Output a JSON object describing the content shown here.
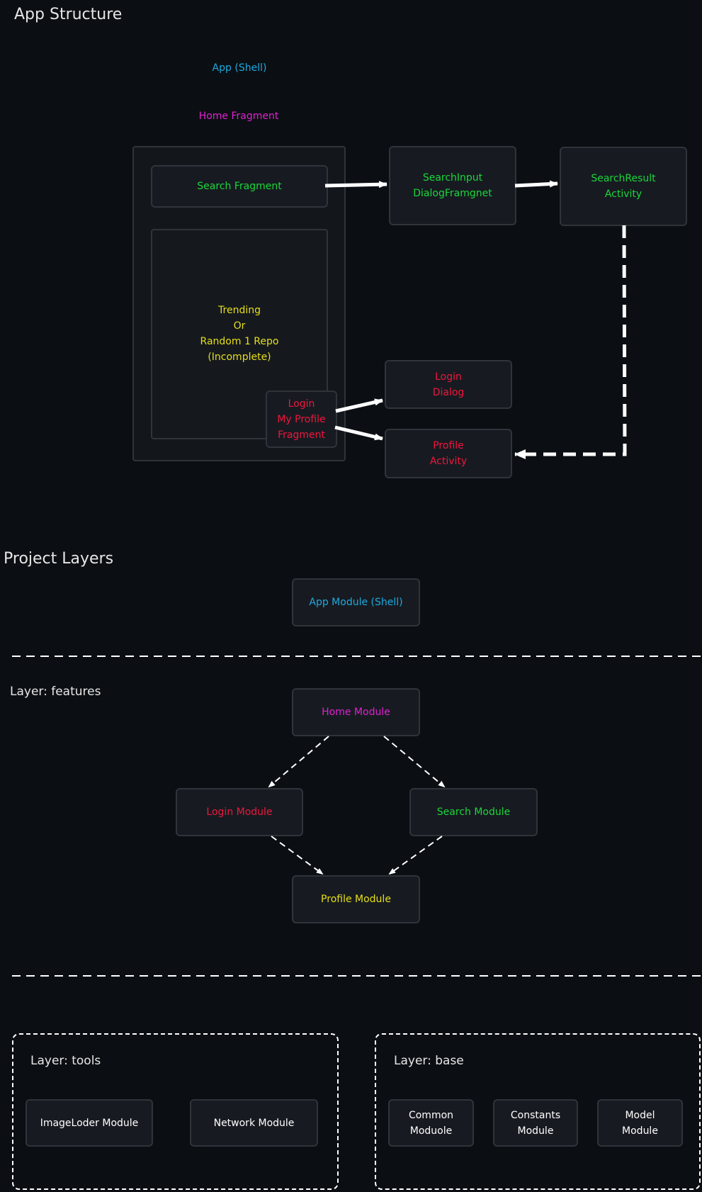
{
  "app_structure": {
    "title": "App Structure",
    "app_shell_label": "App (Shell)",
    "home_fragment_label": "Home Fragment",
    "search_fragment": "Search Fragment",
    "search_input_dialog": [
      "SearchInput",
      "DialogFramgnet"
    ],
    "search_result_activity": [
      "SearchResult",
      "Activity"
    ],
    "trending": [
      "Trending",
      "Or",
      "Random 1 Repo",
      "(Incomplete)"
    ],
    "login_my_profile_fragment": [
      "Login",
      "My Profile",
      "Fragment"
    ],
    "login_dialog": [
      "Login",
      "Dialog"
    ],
    "profile_activity": [
      "Profile",
      "Activity"
    ]
  },
  "project_layers": {
    "title": "Project Layers",
    "app_module": "App  Module (Shell)",
    "features_layer": {
      "label": "Layer: features",
      "home_module": "Home Module",
      "login_module": "Login Module",
      "search_module": "Search Module",
      "profile_module": "Profile Module"
    },
    "tools_layer": {
      "label": "Layer: tools",
      "imageloder_module": "ImageLoder Module",
      "network_module": "Network Module"
    },
    "base_layer": {
      "label": "Layer: base",
      "common_module": [
        "Common",
        "Moduole"
      ],
      "constants_module": [
        "Constants",
        "Module"
      ],
      "model_module": [
        "Model",
        "Module"
      ]
    }
  },
  "colors": {
    "background": "#0b0f13",
    "shell": "#1fa9e0",
    "home": "#e021d0",
    "search": "#1bd63a",
    "profile": "#e7df1a",
    "login": "#f0163d"
  }
}
